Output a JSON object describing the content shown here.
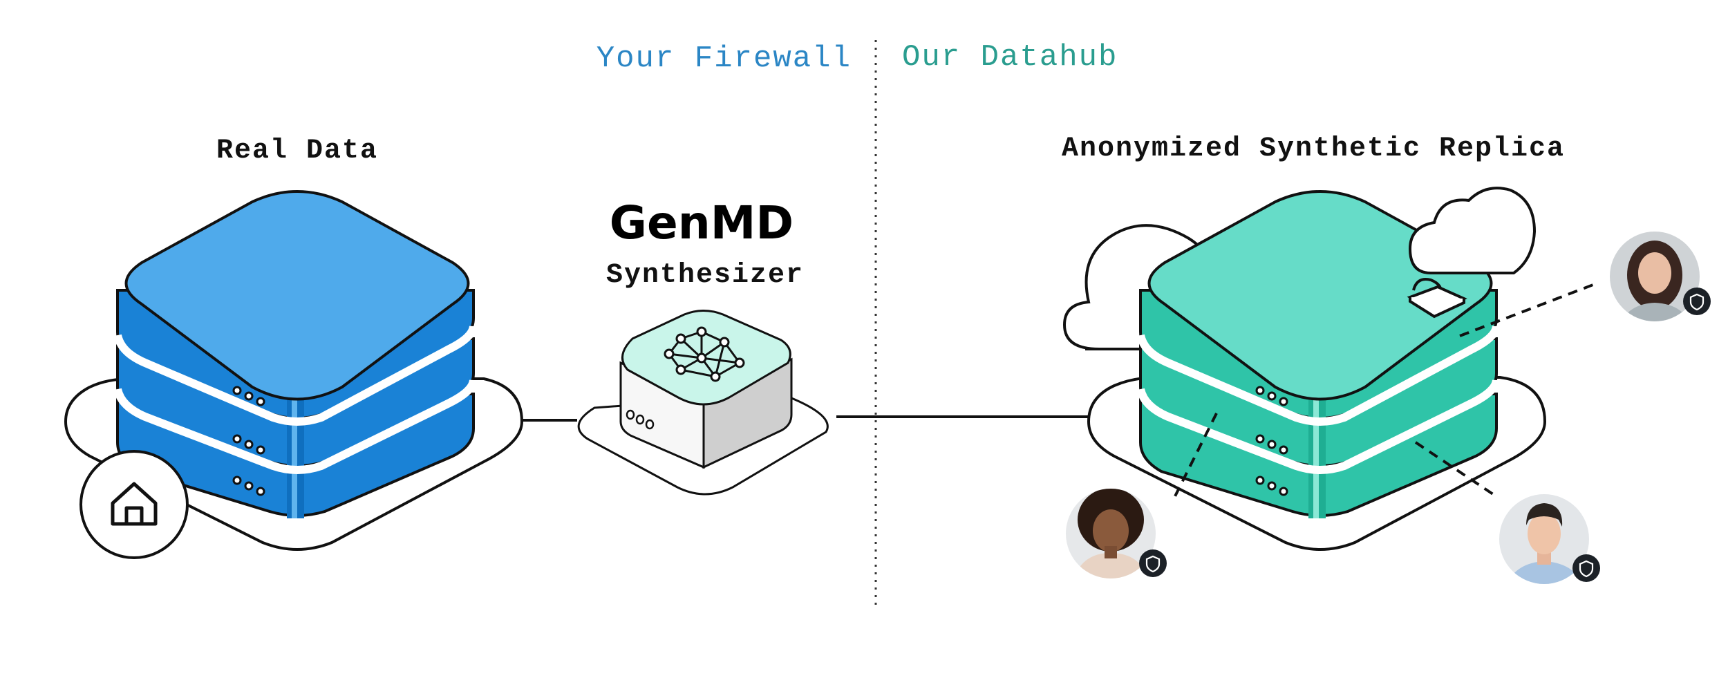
{
  "labels": {
    "your_firewall": "Your Firewall",
    "our_datahub": "Our Datahub",
    "real_data": "Real Data",
    "brand": "GenMD",
    "synthesizer": "Synthesizer",
    "replica": "Anonymized Synthetic Replica"
  },
  "colors": {
    "firewall_text": "#2b86c5",
    "datahub_text": "#2a9d8f",
    "blue_top": "#4faaeb",
    "blue_side": "#1a82d6",
    "blue_dark": "#0f6fbf",
    "teal_top": "#66dcc8",
    "teal_side": "#2fc4a8",
    "teal_dark": "#1fae93",
    "synth_top": "#c9f5ea",
    "synth_side": "#f7f7f7",
    "synth_shade": "#cfcfcf",
    "outline": "#111111"
  },
  "icons": {
    "home": "home-icon",
    "network": "neural-network-icon",
    "lock": "lock-icon",
    "cloud": "cloud-icon",
    "shield": "shield-icon",
    "person": "person-avatar"
  }
}
